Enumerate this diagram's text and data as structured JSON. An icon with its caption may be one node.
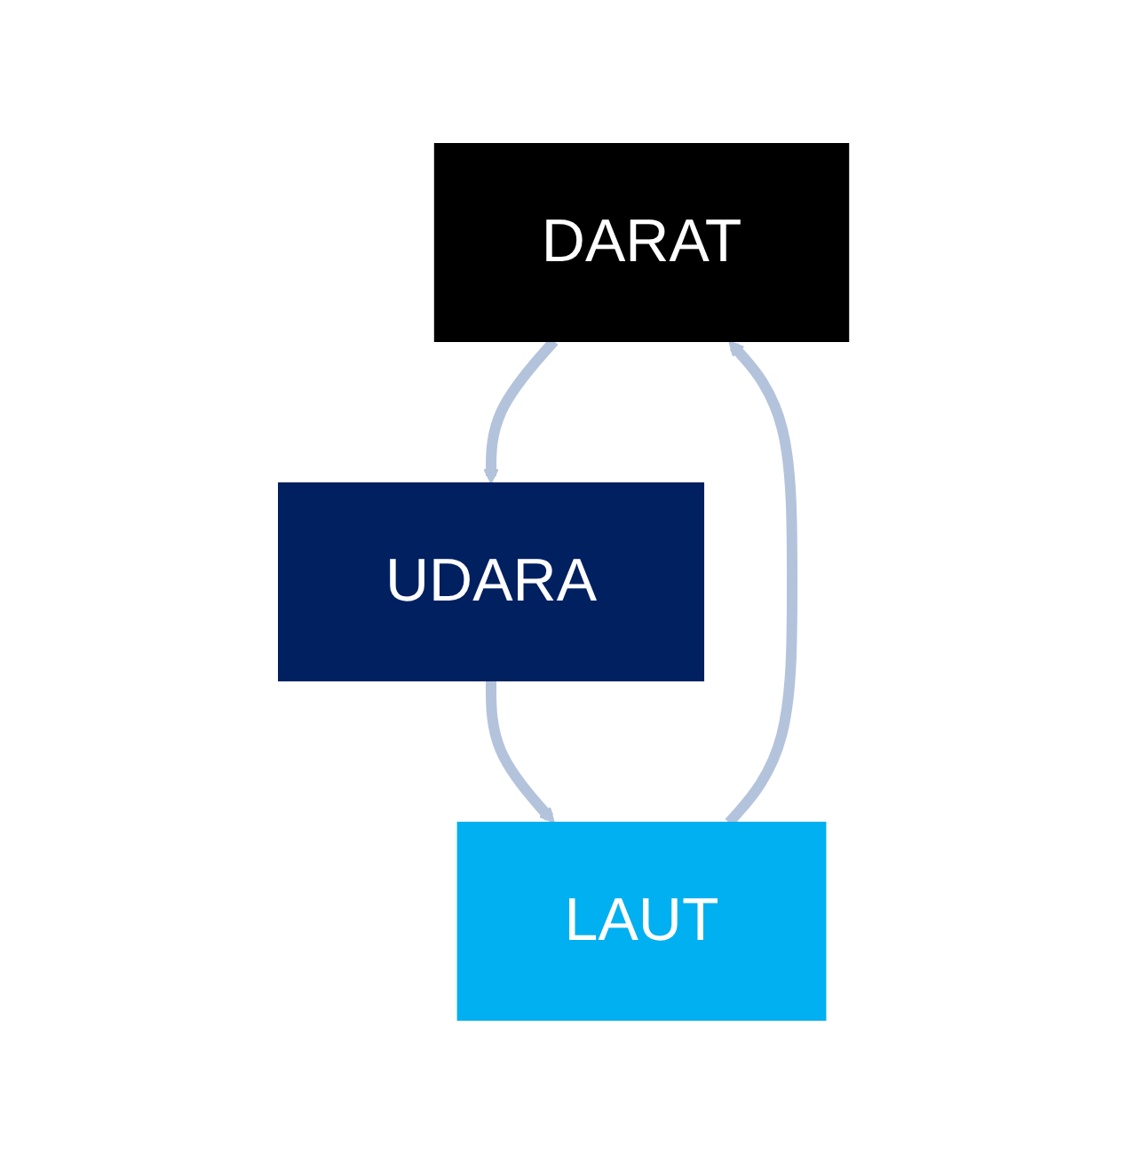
{
  "diagram": {
    "nodes": [
      {
        "text": [
          "DARAT"
        ]
      },
      {
        "text": [
          "UDARA"
        ]
      },
      {
        "text": [
          "LAUT"
        ]
      }
    ],
    "edges": [
      {
        "from": 0,
        "to": 1,
        "arrow": "to"
      },
      {
        "from": 1,
        "to": 2,
        "arrow": "to"
      },
      {
        "from": 2,
        "to": 0,
        "arrow": "to"
      }
    ]
  }
}
